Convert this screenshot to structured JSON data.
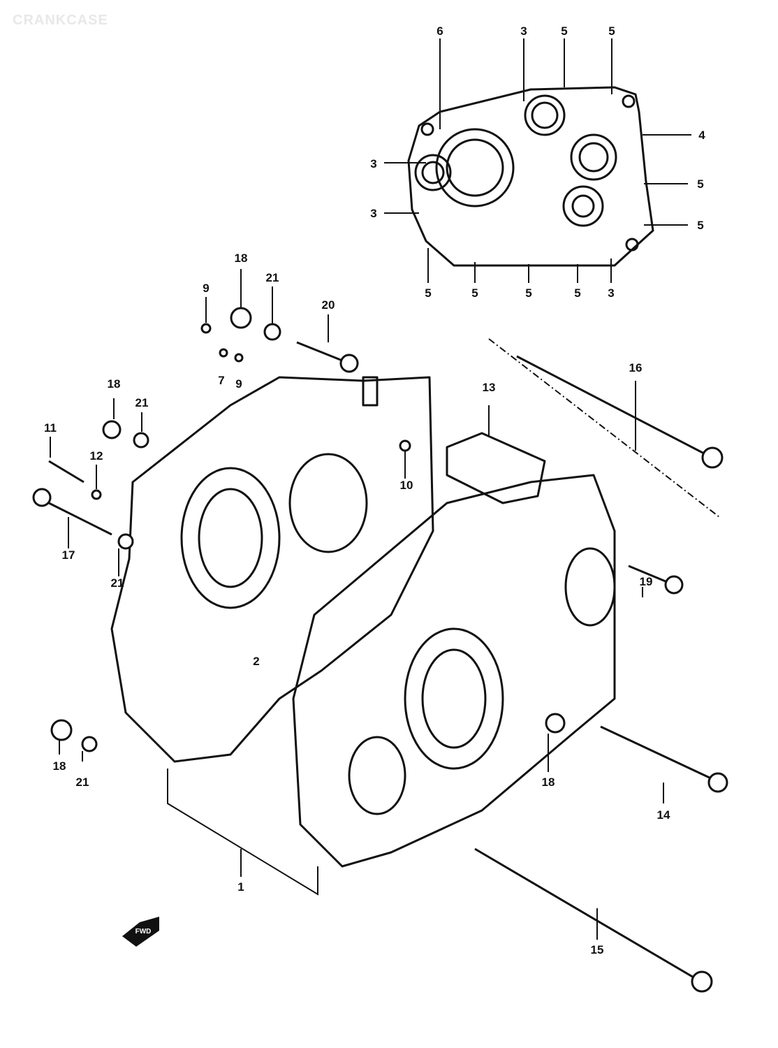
{
  "title": "CRANKCASE",
  "front_marker": "FWD",
  "callouts": {
    "gasket": [
      "6",
      "3",
      "5",
      "5",
      "4",
      "5",
      "5",
      "3",
      "3",
      "5",
      "5",
      "5",
      "5",
      "3"
    ],
    "c1": "1",
    "c2": "2",
    "c7": "7",
    "c9a": "9",
    "c9b": "9",
    "c10": "10",
    "c11": "11",
    "c12": "12",
    "c13": "13",
    "c14": "14",
    "c15": "15",
    "c16": "16",
    "c17": "17",
    "c18a": "18",
    "c18b": "18",
    "c18c": "18",
    "c18d": "18",
    "c19": "19",
    "c20": "20",
    "c21a": "21",
    "c21b": "21",
    "c21c": "21",
    "c21d": "21"
  }
}
